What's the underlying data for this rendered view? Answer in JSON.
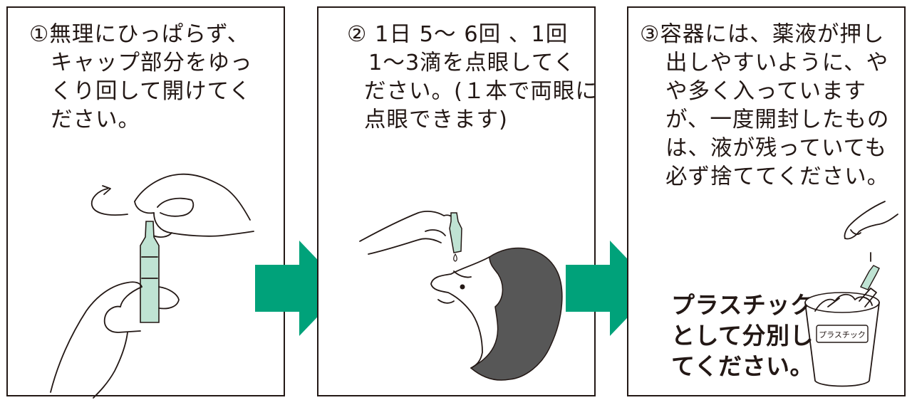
{
  "steps": [
    {
      "lines": [
        "①無理にひっぱらず、",
        "キャップ部分をゆっ",
        "くり回して開けてく",
        "ださい。"
      ]
    },
    {
      "lines": [
        "② 1日 5～ 6回 、1回",
        "1～3滴を点眼してく",
        "ださい。(１本で両眼に",
        "点眼できます)"
      ]
    },
    {
      "lines": [
        "③容器には、薬液が押し",
        "出しやすいように、や",
        "や多く入っています",
        "が、一度開封したもの",
        "は、液が残っていても",
        "必ず捨ててください。"
      ],
      "caption": [
        "プラスチック",
        "として分別し",
        "てください。"
      ],
      "bin_label": "プラスチック"
    }
  ],
  "colors": {
    "arrow": "#00A27A",
    "vial": "#BFE3D3",
    "hair": "#575757",
    "ink": "#231815"
  }
}
